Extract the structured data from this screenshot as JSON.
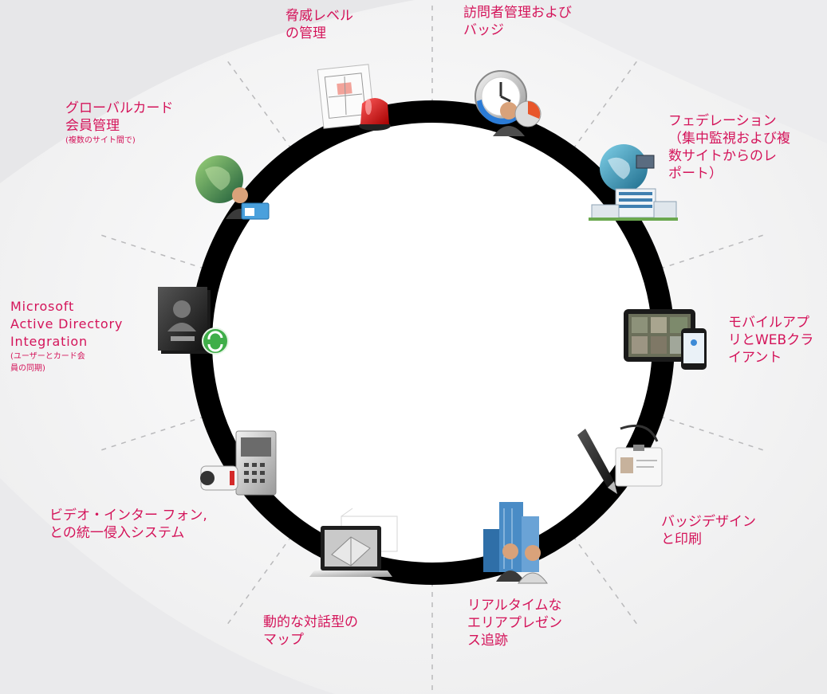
{
  "colors": {
    "accent": "#d4145a",
    "ring": "#000000",
    "dash": "#b9b9bb"
  },
  "features": [
    {
      "lines": [
        "脅威レベル",
        "の管理"
      ],
      "sub": [],
      "icon": "threat-level-map-alarm-icon"
    },
    {
      "lines": [
        "訪問者管理および",
        "バッジ"
      ],
      "sub": [],
      "icon": "visitor-management-clock-icon"
    },
    {
      "lines": [
        "フェデレーション",
        "（集中監視および複",
        "数サイトからのレ",
        "ポート）"
      ],
      "sub": [],
      "icon": "federation-globe-buildings-icon"
    },
    {
      "lines": [
        "モバイルアプ",
        "リとWEBクラ",
        "イアント"
      ],
      "sub": [],
      "icon": "mobile-tablet-phone-icon"
    },
    {
      "lines": [
        "バッジデザイン",
        "と印刷"
      ],
      "sub": [],
      "icon": "badge-pen-icon"
    },
    {
      "lines": [
        "リアルタイムな",
        "エリアプレゼン",
        "ス追跡"
      ],
      "sub": [],
      "icon": "buildings-people-icon"
    },
    {
      "lines": [
        "動的な対話型の",
        "マップ"
      ],
      "sub": [],
      "icon": "laptop-floorplan-icon"
    },
    {
      "lines": [
        "ビデオ・インター フォン,",
        "との統一侵入システム"
      ],
      "sub": [],
      "icon": "camera-intercom-icon"
    },
    {
      "lines": [
        "Microsoft",
        "Active Directory",
        "Integration"
      ],
      "sub": [
        "(ユーザーとカード会",
        "員の同期)"
      ],
      "icon": "active-directory-book-sync-icon"
    },
    {
      "lines": [
        "グローバルカード",
        "会員管理"
      ],
      "sub": [
        "(複数のサイト間で)"
      ],
      "icon": "globe-cardholder-icon"
    }
  ]
}
